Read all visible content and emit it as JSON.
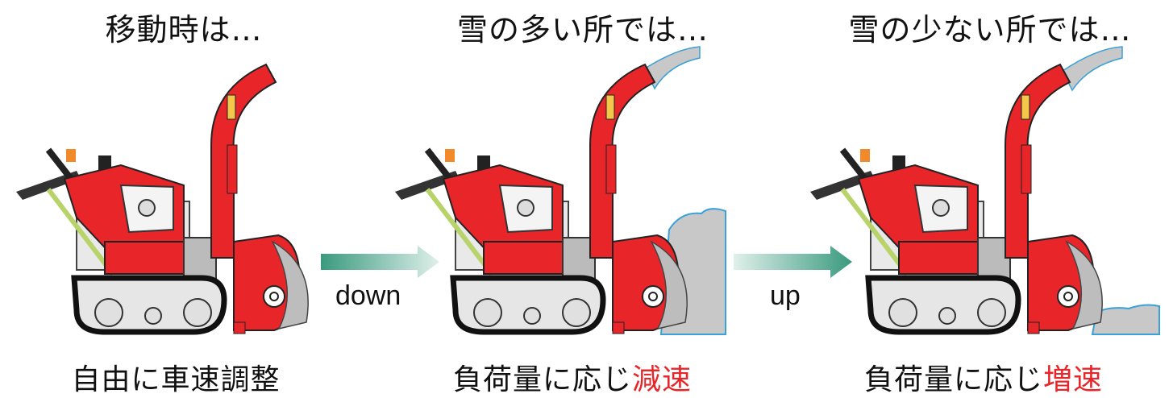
{
  "panels": [
    {
      "heading": "移動時は…",
      "caption_main": "自由に車速調整",
      "caption_highlight": ""
    },
    {
      "heading": "雪の多い所では…",
      "caption_main": "負荷量に応じ",
      "caption_highlight": "減速"
    },
    {
      "heading": "雪の少ない所では…",
      "caption_main": "負荷量に応じ",
      "caption_highlight": "増速"
    }
  ],
  "arrows": [
    {
      "label": "down"
    },
    {
      "label": "up"
    }
  ],
  "colors": {
    "machine_red": "#e8262a",
    "snow_gray": "#c8c8c8",
    "snow_outline": "#3aa0d8",
    "arrow_teal": "#3a9a7e",
    "highlight_red": "#e8262a"
  }
}
